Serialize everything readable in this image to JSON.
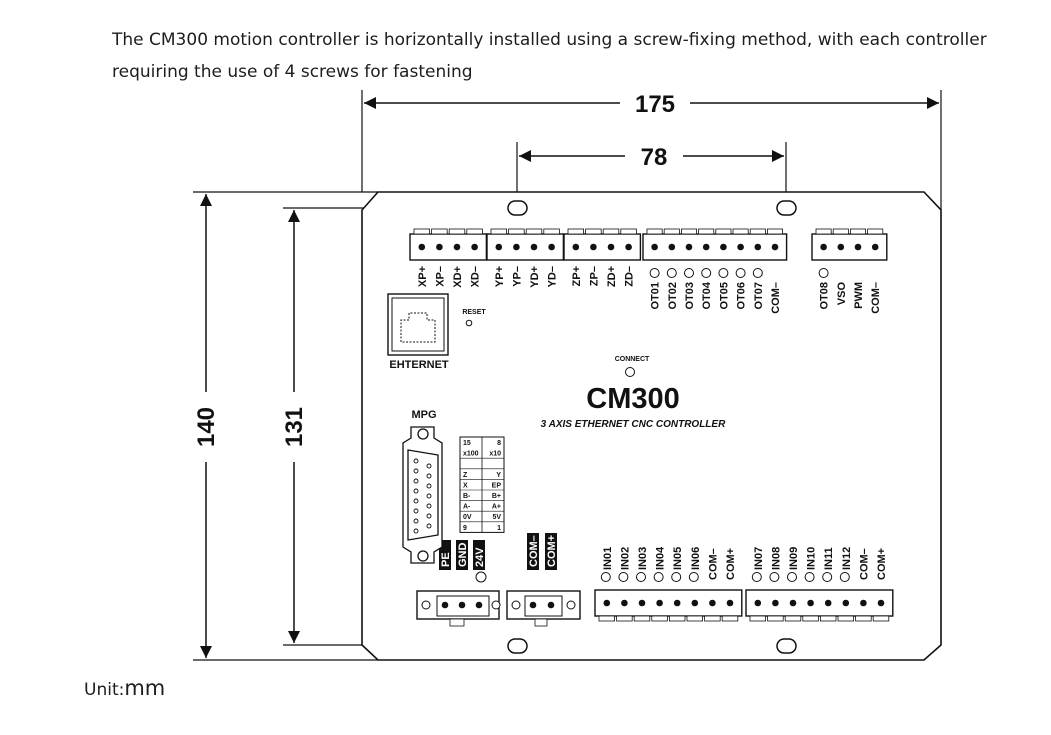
{
  "intro": {
    "text": "The CM300 motion controller is horizontally installed using a screw-fixing method, with each controller requiring the use of 4 screws for fastening"
  },
  "unit": {
    "prefix": "Unit:",
    "value": "mm"
  },
  "dimensions": {
    "overall_width": "175",
    "hole_spacing": "78",
    "overall_height": "140",
    "body_height": "131"
  },
  "device": {
    "model": "CM300",
    "subtitle": "3 AXIS ETHERNET CNC CONTROLLER",
    "ethernet_label": "EHTERNET",
    "reset_label": "RESET",
    "connect_label": "CONNECT",
    "mpg_label": "MPG",
    "axis_terminals": [
      "XP+",
      "XP–",
      "XD+",
      "XD–",
      "YP+",
      "YP–",
      "YD+",
      "YD–",
      "ZP+",
      "ZP–",
      "ZD+",
      "ZD–"
    ],
    "output_terminals_1": [
      "OT01",
      "OT02",
      "OT03",
      "OT04",
      "OT05",
      "OT06",
      "OT07",
      "COM–"
    ],
    "output_terminals_2": [
      "OT08",
      "VSO",
      "PWM",
      "COM–"
    ],
    "input_terminals_1": [
      "IN01",
      "IN02",
      "IN03",
      "IN04",
      "IN05",
      "IN06",
      "COM–",
      "COM+"
    ],
    "input_terminals_2": [
      "IN07",
      "IN08",
      "IN09",
      "IN10",
      "IN11",
      "IN12",
      "COM–",
      "COM+"
    ],
    "power_terminals": [
      "PE",
      "GND",
      "24V"
    ],
    "com_terminals": [
      "COM–",
      "COM+"
    ],
    "mpg_pin_left": [
      "15",
      "x100",
      "",
      "Z",
      "X",
      "B-",
      "A-",
      "0V",
      "9"
    ],
    "mpg_pin_right": [
      "8",
      "x10",
      "",
      "Y",
      "EP",
      "B+",
      "A+",
      "5V",
      "1"
    ]
  },
  "colors": {
    "line": "#111111",
    "background": "#ffffff"
  }
}
